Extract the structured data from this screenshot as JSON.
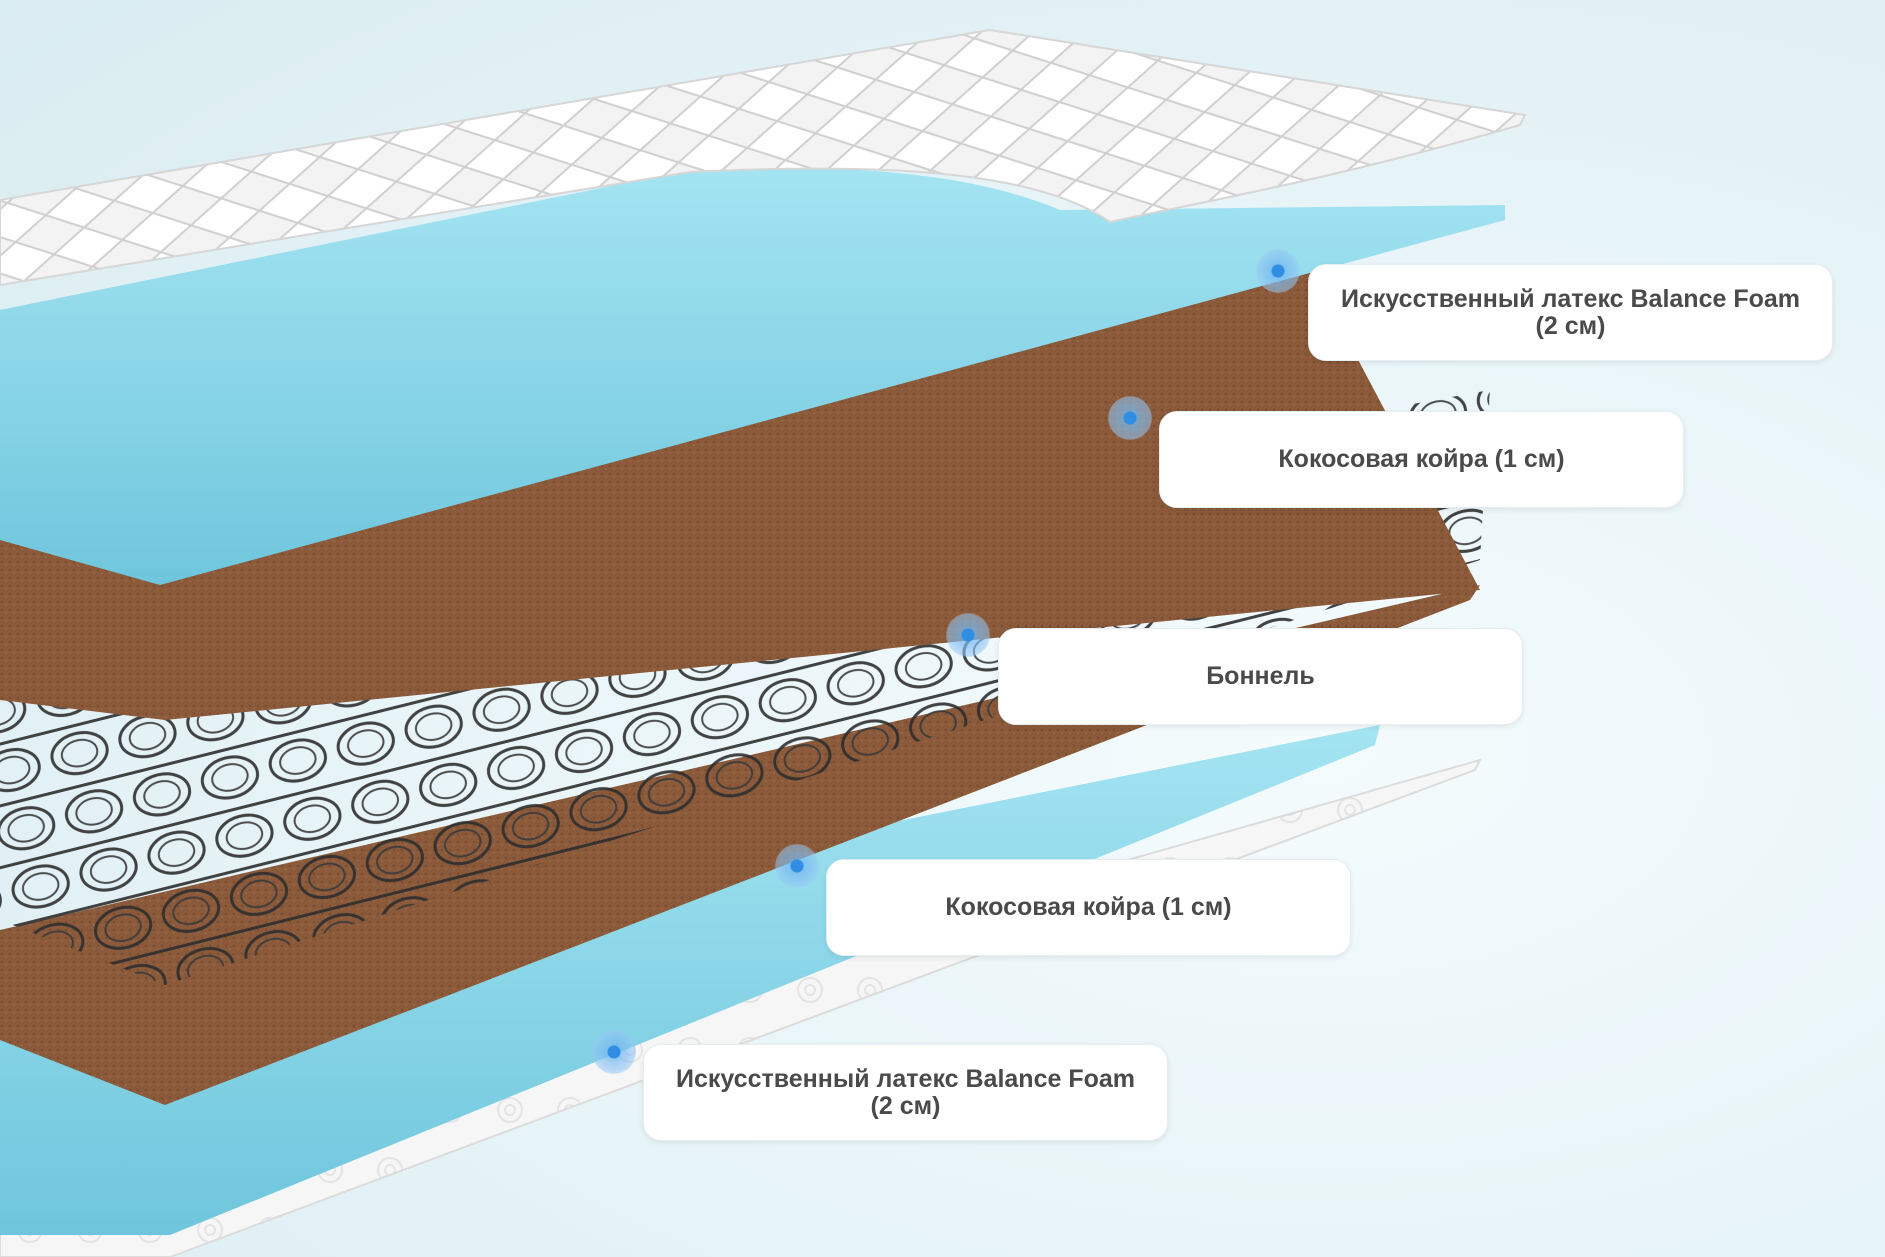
{
  "layers": [
    {
      "id": "latex-top",
      "label": "Искусственный латекс Balance Foam (2 см)"
    },
    {
      "id": "coir-top",
      "label": "Кокосовая койра (1 см)"
    },
    {
      "id": "bonnell",
      "label": "Боннель"
    },
    {
      "id": "coir-bottom",
      "label": "Кокосовая койра (1 см)"
    },
    {
      "id": "latex-bottom",
      "label": "Искусственный латекс Balance Foam (2 см)"
    }
  ],
  "colors": {
    "latex": "#8ed8ea",
    "coir": "#8a5a3a",
    "springs": "#2e2e2e",
    "cover": "#f2f2f2",
    "marker": "#2f8de4",
    "label_text": "#4a4a4a"
  },
  "icons": [
    "marker-dot-icon"
  ]
}
